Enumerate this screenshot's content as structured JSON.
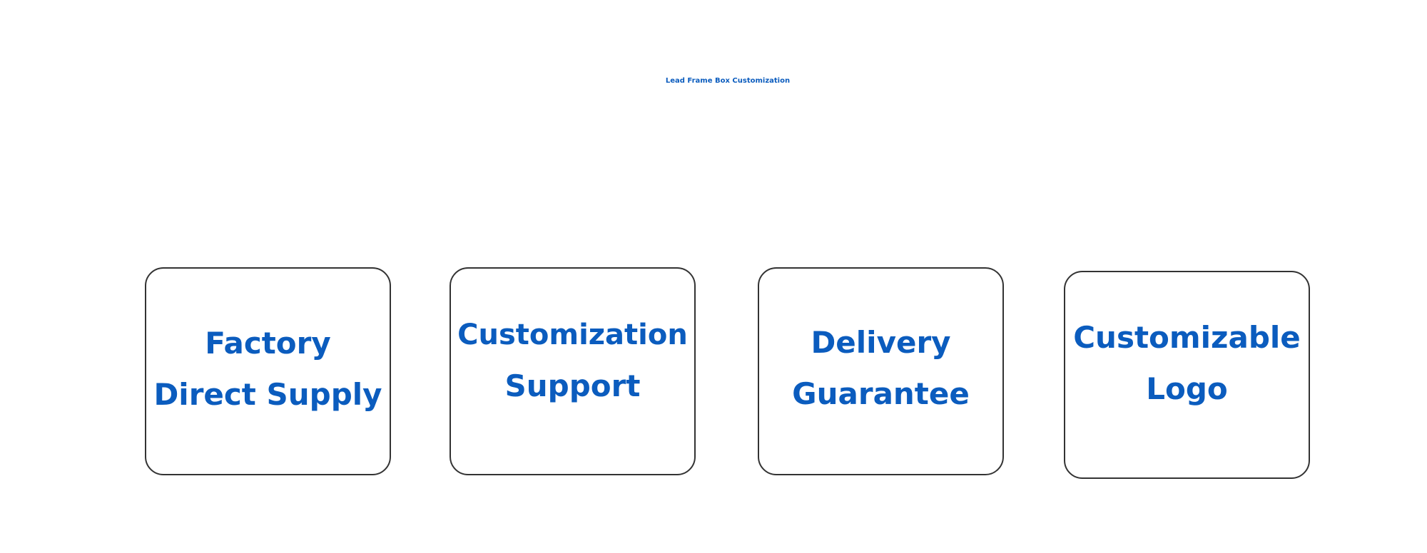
{
  "title": "Lead Frame Box Customization",
  "cards": [
    {
      "line1": "Factory",
      "line2": "Direct Supply"
    },
    {
      "line1": "Customization",
      "line2": "Support"
    },
    {
      "line1": "Delivery",
      "line2": "Guarantee"
    },
    {
      "line1": "Customizable",
      "line2": "Logo"
    }
  ],
  "colors": {
    "accent": "#0b5cbe",
    "card_border": "#333333",
    "background": "#ffffff"
  }
}
